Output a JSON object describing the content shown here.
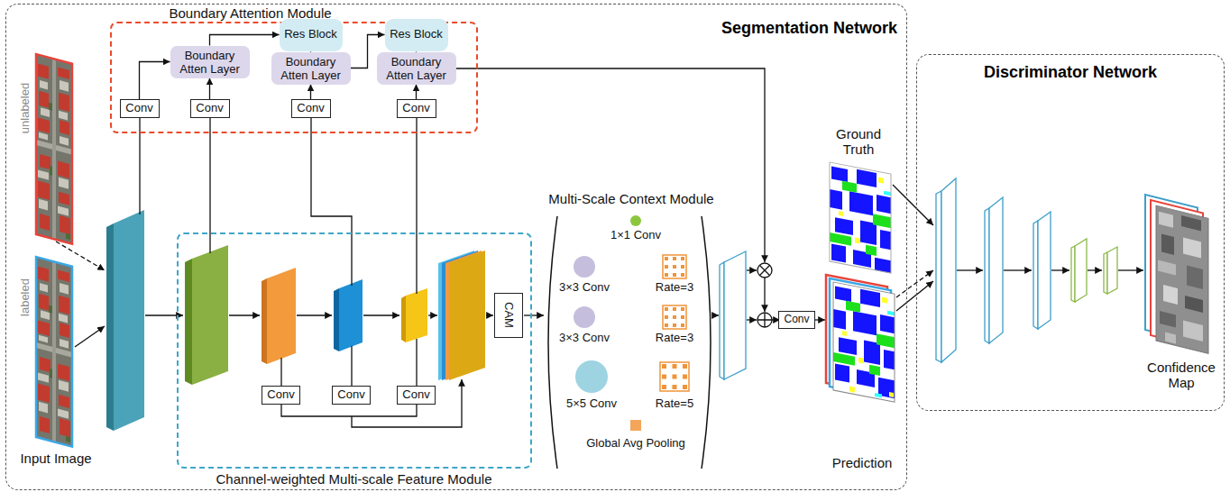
{
  "diagram": {
    "nodes": [
      {
        "text": [
          "Segmentation Network"
        ]
      },
      {
        "text": [
          "Boundary Attention Module"
        ],
        "in": 0
      },
      {
        "text": [
          "Conv"
        ],
        "in": 1
      },
      {
        "text": [
          "Boundary Atten Layer"
        ],
        "in": 1
      },
      {
        "text": [
          "Conv"
        ],
        "in": 1
      },
      {
        "text": [
          "Res Block"
        ],
        "in": 1
      },
      {
        "text": [
          "Boundary Atten Layer"
        ],
        "in": 1
      },
      {
        "text": [
          "Conv"
        ],
        "in": 1
      },
      {
        "text": [
          "Res Block"
        ],
        "in": 1
      },
      {
        "text": [
          "Boundary Atten Layer"
        ],
        "in": 1
      },
      {
        "text": [
          "Conv"
        ],
        "in": 1
      },
      {
        "text": [
          "Channel-weighted Multi-scale Feature Module"
        ],
        "in": 0
      },
      {
        "text": [
          "Conv"
        ],
        "in": 11
      },
      {
        "text": [
          "Conv"
        ],
        "in": 11
      },
      {
        "text": [
          "Conv"
        ],
        "in": 11
      },
      {
        "text": [
          "CAM"
        ],
        "in": 11
      },
      {
        "text": [
          "Conv"
        ],
        "in": 0
      },
      {
        "text": [
          "Discriminator Network"
        ]
      }
    ],
    "edges": [
      {
        "from": 2,
        "to": 3,
        "arrow": "to"
      },
      {
        "from": 4,
        "to": 3,
        "arrow": "to"
      },
      {
        "from": 3,
        "to": 5,
        "arrow": "to"
      },
      {
        "from": 5,
        "to": 6,
        "arrow": "to"
      },
      {
        "from": 7,
        "to": 6,
        "arrow": "to"
      },
      {
        "from": 6,
        "to": 8,
        "arrow": "to"
      },
      {
        "from": 8,
        "to": 9,
        "arrow": "to"
      },
      {
        "from": 10,
        "to": 9,
        "arrow": "to"
      }
    ],
    "labels": [
      "unlabeled",
      "labeled",
      "Input Image",
      "Multi-Scale Context Module",
      "1×1 Conv",
      "3×3 Conv",
      "Rate=3",
      "3×3 Conv",
      "Rate=3",
      "5×5 Conv",
      "Rate=5",
      "Global Avg Pooling",
      "Ground Truth",
      "Prediction",
      "Confidence Map"
    ]
  }
}
